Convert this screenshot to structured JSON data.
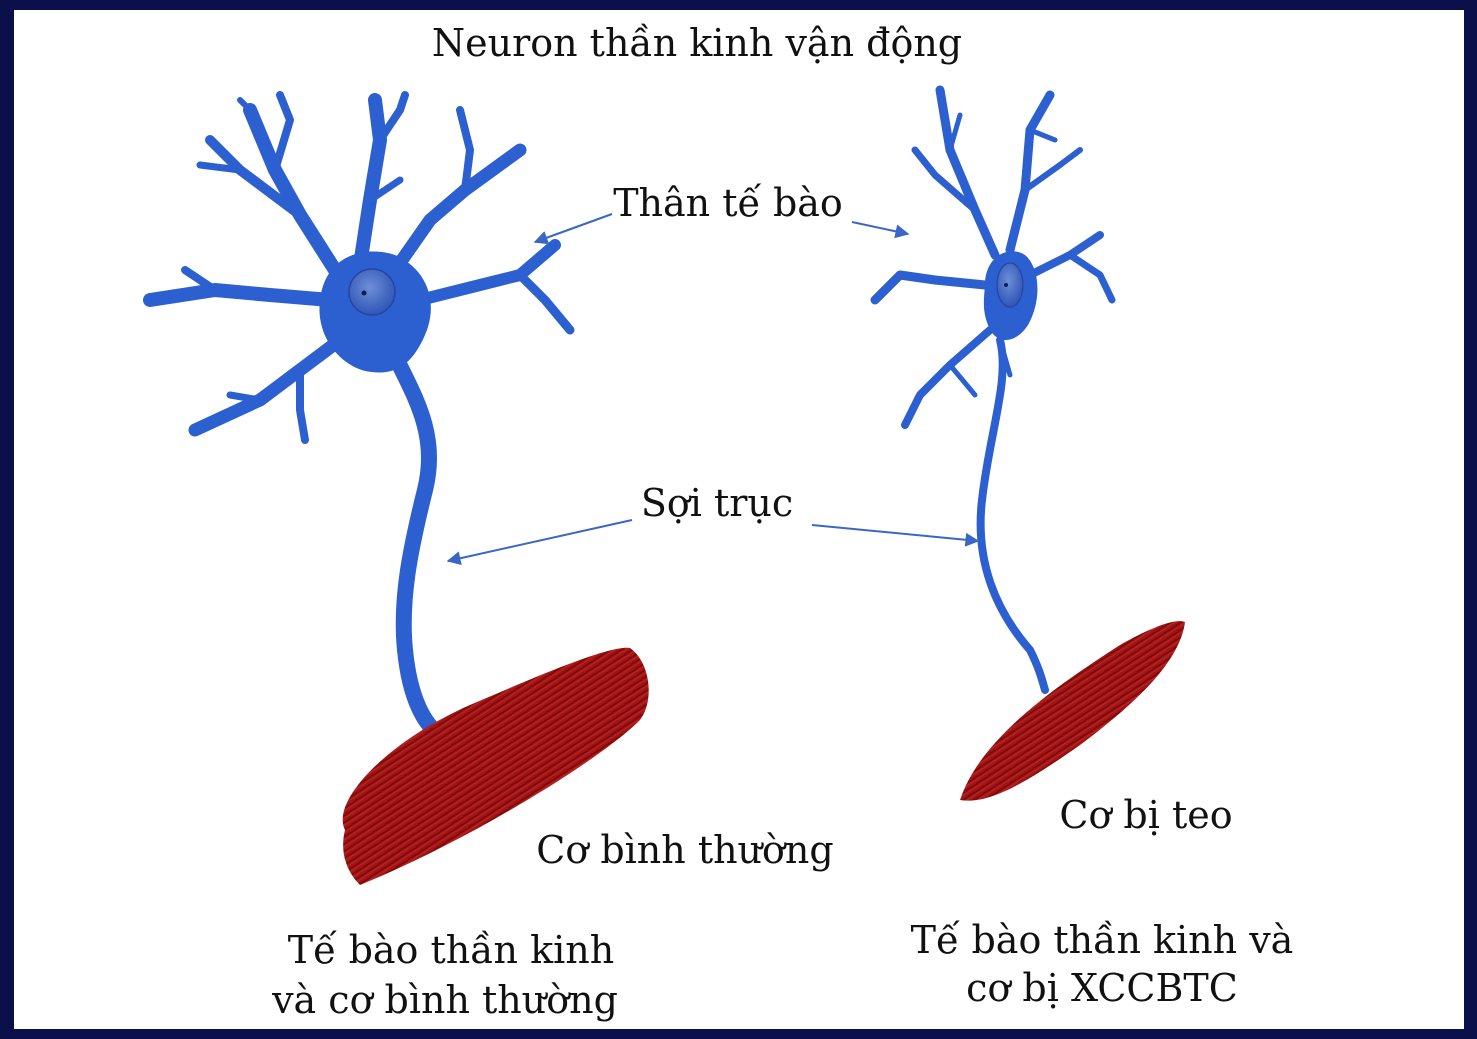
{
  "title": "Neuron thần kinh vận động",
  "labels": {
    "cell_body": "Thân tế bào",
    "axon": "Sợi trục",
    "normal_muscle": "Cơ bình thường",
    "atrophied_muscle": "Cơ bị teo"
  },
  "captions": {
    "left_line1": "Tế bào thần kinh",
    "left_line2": "và cơ bình thường",
    "right_line1": "Tế bào thần kinh và",
    "right_line2": "cơ bị XCCBTC"
  },
  "colors": {
    "frame": "#0b0f4a",
    "neuron": "#2c5fd0",
    "muscle": "#a11414",
    "arrow": "#3a66c8"
  }
}
